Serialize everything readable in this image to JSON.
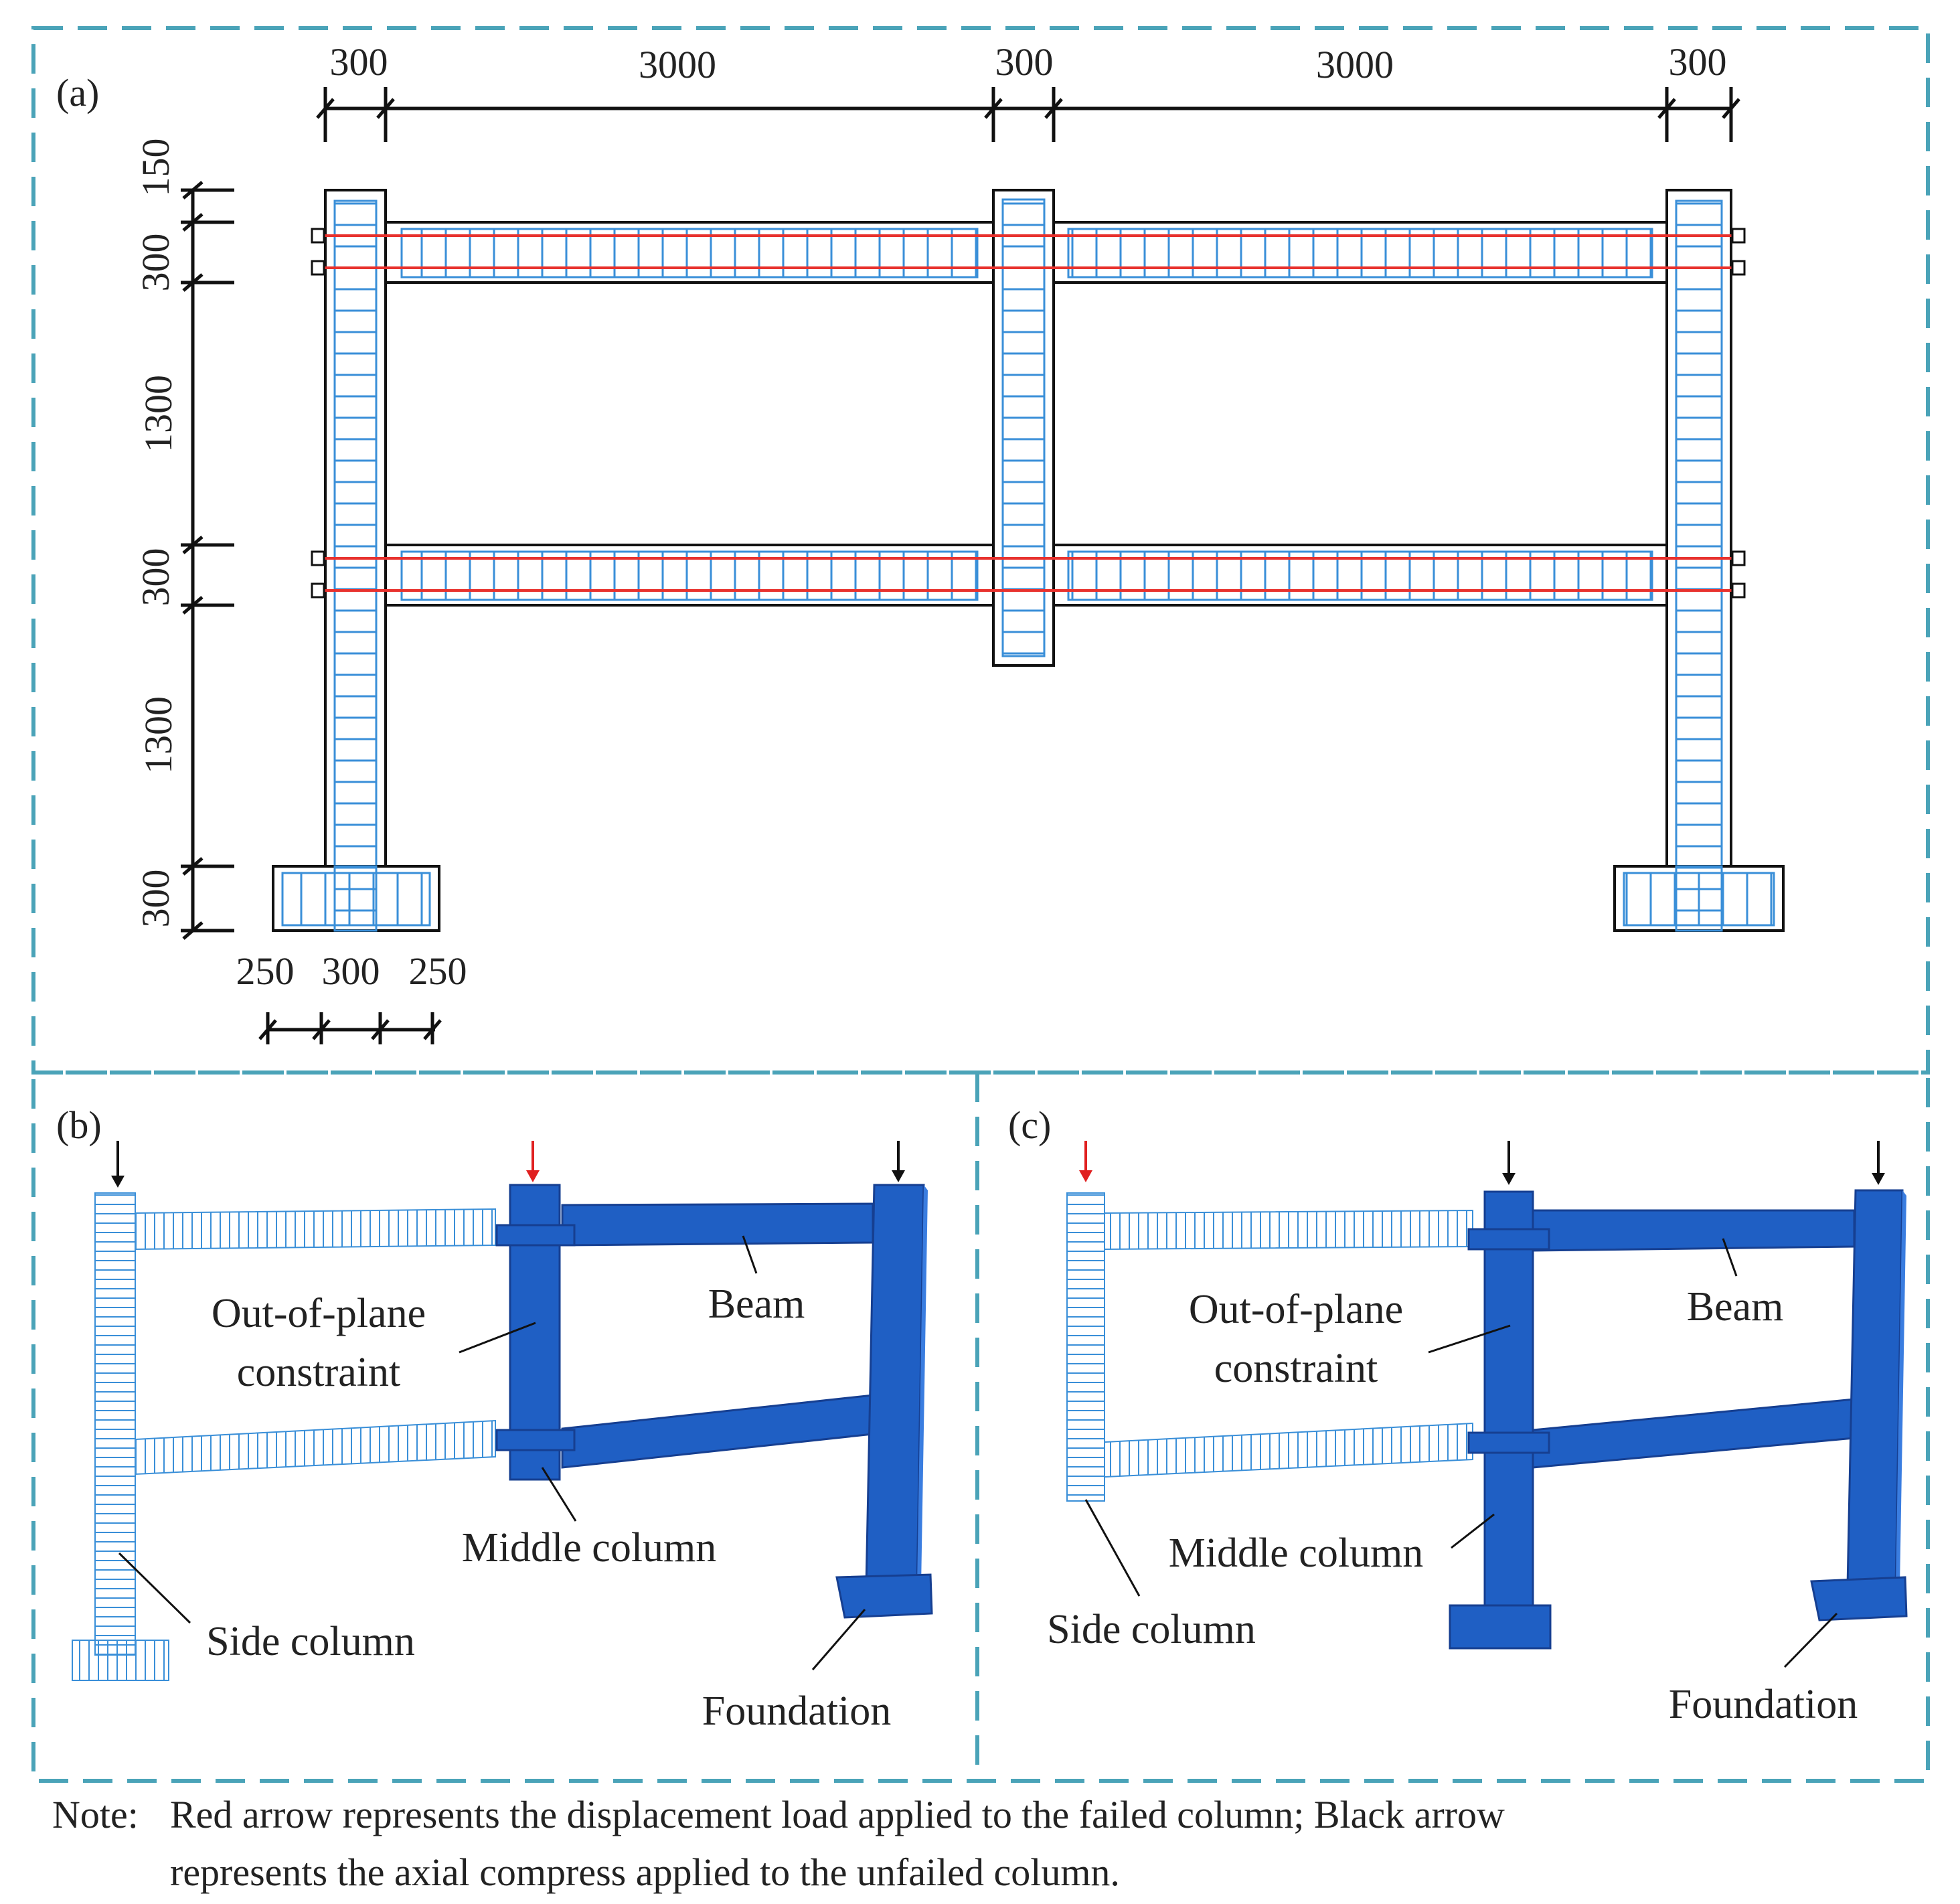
{
  "panels": {
    "a": "(a)",
    "b": "(b)",
    "c": "(c)"
  },
  "top_dimensions": [
    "300",
    "3000",
    "300",
    "3000",
    "300"
  ],
  "left_dimensions": [
    "150",
    "300",
    "1300",
    "300",
    "1300",
    "300"
  ],
  "bottom_dimensions": [
    "250",
    "300",
    "250"
  ],
  "labels_b": {
    "constraint_line1": "Out-of-plane",
    "constraint_line2": "constraint",
    "beam": "Beam",
    "middle_column": "Middle column",
    "side_column": "Side column",
    "foundation": "Foundation"
  },
  "labels_c": {
    "constraint_line1": "Out-of-plane",
    "constraint_line2": "constraint",
    "beam": "Beam",
    "middle_column": "Middle column",
    "side_column": "Side column",
    "foundation": "Foundation"
  },
  "note": {
    "prefix": "Note:",
    "line1": "Red arrow represents the displacement load applied to the failed column; Black arrow",
    "line2": "represents the axial compress applied to the unfailed column."
  },
  "colors": {
    "frame_border": "#4aa3b8",
    "rebar": "#3a8fd8",
    "longitudinal_bar": "#e8322e",
    "solid_blue": "#1f5fc4",
    "solid_blue_dark": "#163f91",
    "solid_blue_light": "#3a7de0",
    "load_red": "#e02020",
    "load_black": "#111111"
  }
}
